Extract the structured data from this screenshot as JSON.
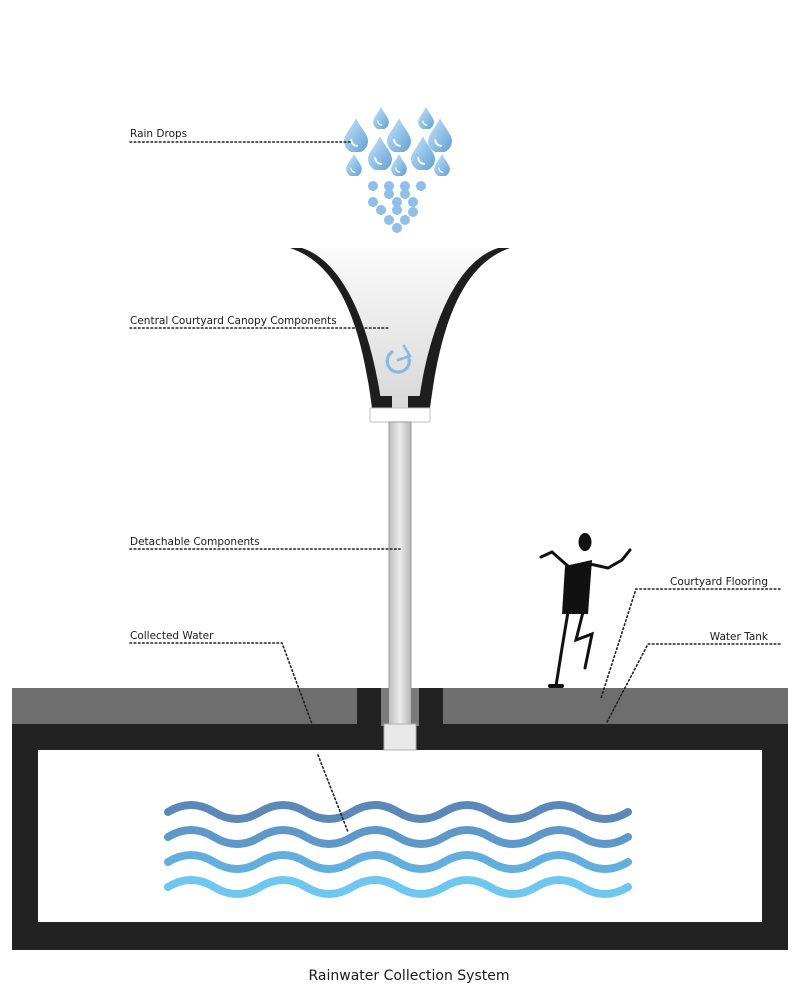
{
  "labels": {
    "rain_drops": "Rain Drops",
    "canopy": "Central Courtyard Canopy Components",
    "detachable": "Detachable Components",
    "collected_water": "Collected Water",
    "courtyard_flooring": "Courtyard Flooring",
    "water_tank": "Water Tank"
  },
  "caption": "Rainwater Collection System",
  "colors": {
    "drop_light": "#a9d4f0",
    "drop_dark": "#6aa6d6",
    "dot": "#8fbfe6",
    "floor": "#6e6e6e",
    "tank_wall": "#222222",
    "canopy_rim": "#1e1e1e",
    "wave_top": "#5b88b8",
    "wave_bottom": "#6fc7ef"
  },
  "icons": {
    "canopy_logo": "recycle-arrow-icon",
    "person": "person-silhouette-icon"
  }
}
